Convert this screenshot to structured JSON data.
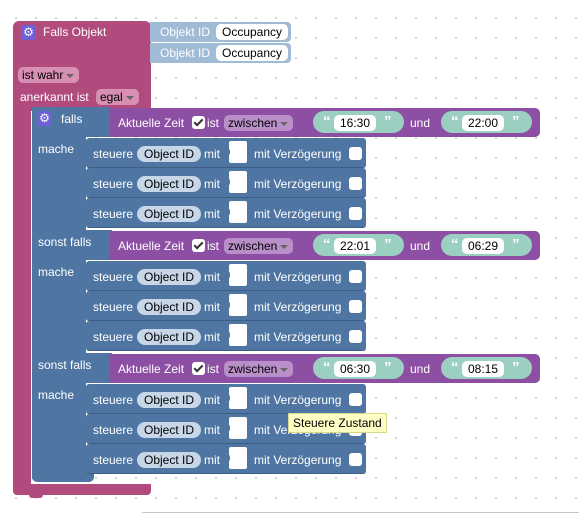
{
  "event": {
    "title": "Falls Objekt",
    "object_label": "Objekt ID",
    "objects": [
      "Occupancy",
      "Occupancy"
    ],
    "condition": "ist wahr",
    "ack_label": "anerkannt ist",
    "ack_value": "egal",
    "icon": "gear-icon"
  },
  "if_block": {
    "falls_label": "falls",
    "mache_label": "mache",
    "sonst_falls_label": "sonst falls",
    "branches": [
      {
        "time_label": "Aktuelle Zeit",
        "checked": true,
        "ist_label": "ist",
        "operator": "zwischen",
        "from": "16:30",
        "und_label": "und",
        "to": "22:00",
        "actions": [
          {
            "steuere": "steuere",
            "object": "Object ID",
            "mit": "mit",
            "delay": "mit Verzögerung"
          },
          {
            "steuere": "steuere",
            "object": "Object ID",
            "mit": "mit",
            "delay": "mit Verzögerung"
          },
          {
            "steuere": "steuere",
            "object": "Object ID",
            "mit": "mit",
            "delay": "mit Verzögerung"
          }
        ]
      },
      {
        "time_label": "Aktuelle Zeit",
        "checked": true,
        "ist_label": "ist",
        "operator": "zwischen",
        "from": "22:01",
        "und_label": "und",
        "to": "06:29",
        "actions": [
          {
            "steuere": "steuere",
            "object": "Object ID",
            "mit": "mit",
            "delay": "mit Verzögerung"
          },
          {
            "steuere": "steuere",
            "object": "Object ID",
            "mit": "mit",
            "delay": "mit Verzögerung"
          },
          {
            "steuere": "steuere",
            "object": "Object ID",
            "mit": "mit",
            "delay": "mit Verzögerung"
          }
        ]
      },
      {
        "time_label": "Aktuelle Zeit",
        "checked": true,
        "ist_label": "ist",
        "operator": "zwischen",
        "from": "06:30",
        "und_label": "und",
        "to": "08:15",
        "actions": [
          {
            "steuere": "steuere",
            "object": "Object ID",
            "mit": "mit",
            "delay": "mit Verzögerung"
          },
          {
            "steuere": "steuere",
            "object": "Object ID",
            "mit": "mit",
            "delay": "mit Verzögerung"
          },
          {
            "steuere": "steuere",
            "object": "Object ID",
            "mit": "mit",
            "delay": "mit Verzögerung"
          }
        ]
      }
    ]
  },
  "tooltip": "Steuere Zustand",
  "colors": {
    "event_block": "#b14b7d",
    "control_block": "#4f76a2",
    "time_block": "#8c4fa3",
    "text_block": "#9bcfc1",
    "object_block": "#9fbbd6"
  }
}
